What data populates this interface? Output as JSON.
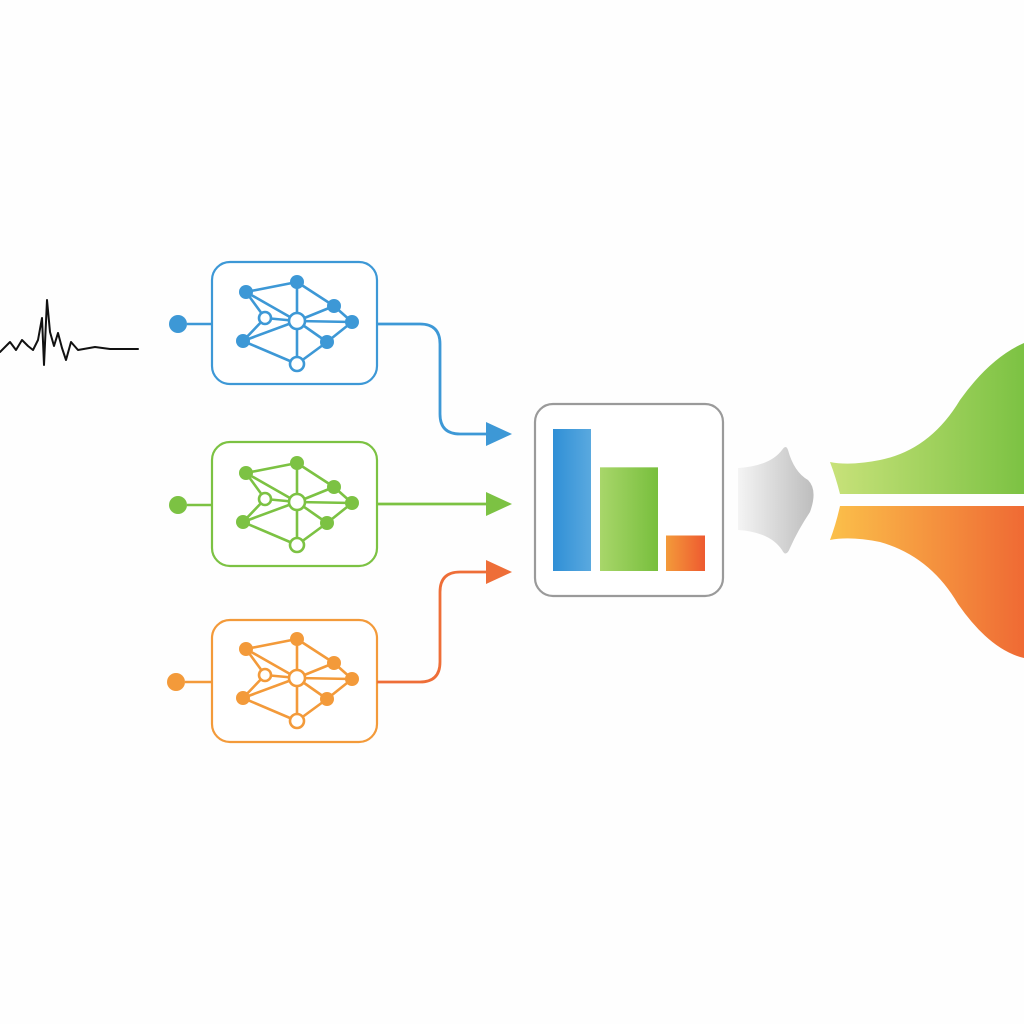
{
  "colors": {
    "blue": "#3d98d6",
    "green": "#7cc243",
    "orange": "#f39a3a",
    "red_orange": "#ee6e38",
    "gray_border": "#9a9a9a",
    "signal": "#111111"
  },
  "input_signal": {
    "icon": "ecg-waveform-icon"
  },
  "models": [
    {
      "id": "model-1",
      "color": "blue",
      "icon": "neural-network-icon"
    },
    {
      "id": "model-2",
      "color": "green",
      "icon": "neural-network-icon"
    },
    {
      "id": "model-3",
      "color": "orange",
      "icon": "neural-network-icon"
    }
  ],
  "aggregator": {
    "icon": "bar-chart-icon",
    "bars": [
      {
        "value": 1.0,
        "color": "blue"
      },
      {
        "value": 0.73,
        "color": "green"
      },
      {
        "value": 0.25,
        "color": "red_orange"
      }
    ]
  },
  "output_split": {
    "icon": "output-split-icon",
    "branches": [
      "green",
      "orange"
    ]
  }
}
